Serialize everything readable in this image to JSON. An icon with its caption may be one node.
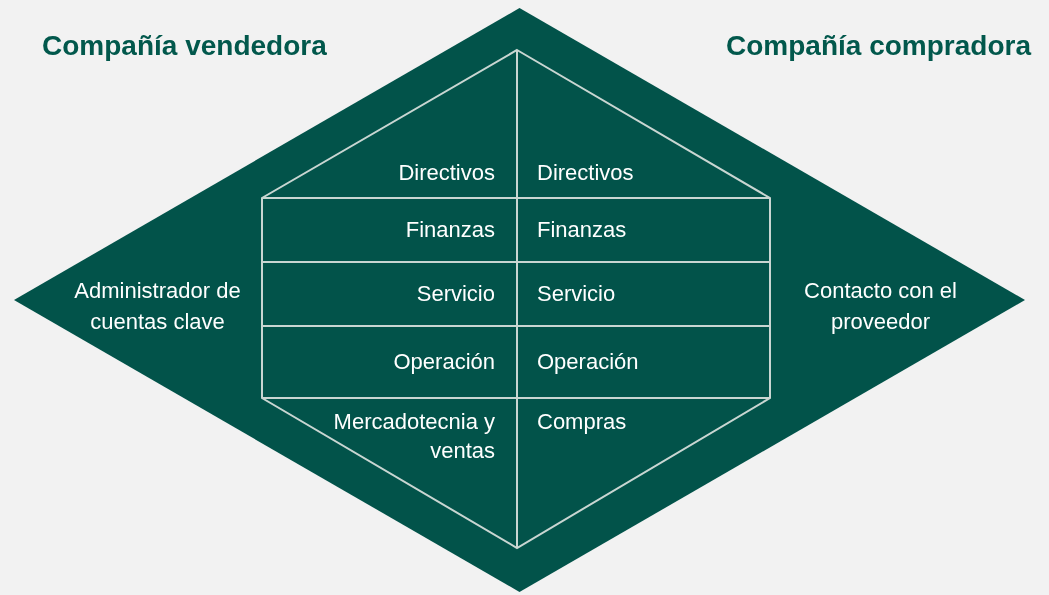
{
  "diagram": {
    "nodes": [
      {
        "text": [
          "Administrador de cuentas clave",
          "Contacto con el proveedor"
        ]
      },
      {
        "text": [],
        "shape": "hexagon",
        "in": 0
      },
      {
        "text": [
          "Directivos"
        ],
        "in": 1
      },
      {
        "text": [
          "Directivos"
        ],
        "in": 1
      },
      {
        "text": [
          "Finanzas"
        ],
        "in": 1
      },
      {
        "text": [
          "Finanzas"
        ],
        "in": 1
      },
      {
        "text": [
          "Servicio"
        ],
        "in": 1
      },
      {
        "text": [
          "Servicio"
        ],
        "in": 1
      },
      {
        "text": [
          "Operación"
        ],
        "in": 1
      },
      {
        "text": [
          "Operación"
        ],
        "in": 1
      },
      {
        "text": [
          "Mercadotecnia y ventas"
        ],
        "in": 1
      },
      {
        "text": [
          "Compras"
        ],
        "in": 1
      }
    ],
    "labels": [
      "Compañía vendedora",
      "Compañía compradora"
    ]
  }
}
